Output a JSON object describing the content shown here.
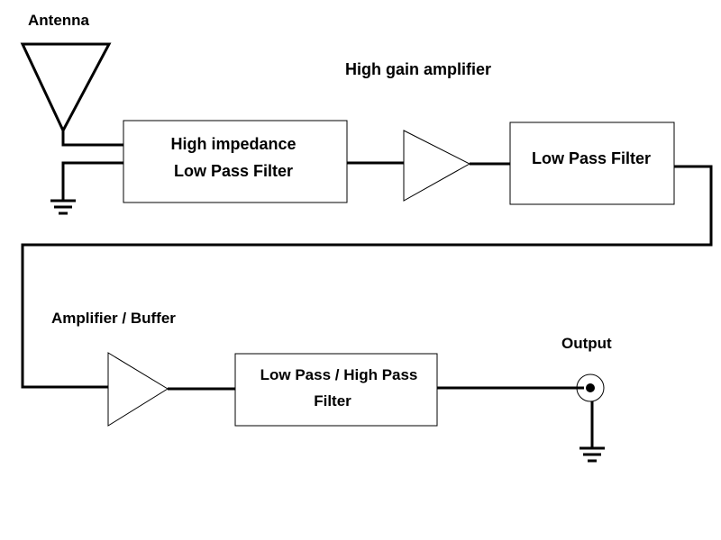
{
  "labels": {
    "antenna": "Antenna",
    "high_gain_amplifier": "High gain amplifier",
    "amplifier_buffer": "Amplifier / Buffer",
    "output": "Output"
  },
  "blocks": {
    "hi_lpf": {
      "line1": "High impedance",
      "line2": "Low Pass Filter"
    },
    "lpf": {
      "line1": "Low Pass Filter"
    },
    "lp_hp": {
      "line1": "Low Pass / High Pass",
      "line2": "Filter"
    }
  },
  "colors": {
    "stroke": "#000000",
    "background": "#ffffff"
  }
}
